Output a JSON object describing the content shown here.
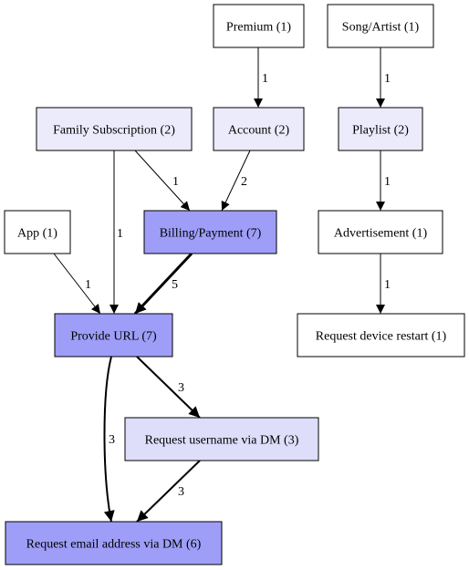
{
  "colors": {
    "level0": "#ffffff",
    "level1": "#ebebfc",
    "level2": "#dedefa",
    "level3": "#9e9ef9",
    "stroke": "#000000"
  },
  "nodes": [
    {
      "id": "premium",
      "label": "Premium (1)",
      "count": 1
    },
    {
      "id": "song_artist",
      "label": "Song/Artist (1)",
      "count": 1
    },
    {
      "id": "family",
      "label": "Family Subscription (2)",
      "count": 2
    },
    {
      "id": "account",
      "label": "Account (2)",
      "count": 2
    },
    {
      "id": "playlist",
      "label": "Playlist (2)",
      "count": 2
    },
    {
      "id": "app",
      "label": "App (1)",
      "count": 1
    },
    {
      "id": "billing",
      "label": "Billing/Payment (7)",
      "count": 7
    },
    {
      "id": "advertisement",
      "label": "Advertisement (1)",
      "count": 1
    },
    {
      "id": "provide_url",
      "label": "Provide URL (7)",
      "count": 7
    },
    {
      "id": "restart",
      "label": "Request device restart (1)",
      "count": 1
    },
    {
      "id": "username",
      "label": "Request username via DM (3)",
      "count": 3
    },
    {
      "id": "email",
      "label": "Request email address via DM (6)",
      "count": 6
    }
  ],
  "edges": [
    {
      "id": "premium-account",
      "from": "premium",
      "to": "account",
      "label": "1",
      "weight": 1
    },
    {
      "id": "song-playlist",
      "from": "song_artist",
      "to": "playlist",
      "label": "1",
      "weight": 1
    },
    {
      "id": "family-billing",
      "from": "family",
      "to": "billing",
      "label": "1",
      "weight": 1
    },
    {
      "id": "account-billing",
      "from": "account",
      "to": "billing",
      "label": "2",
      "weight": 2
    },
    {
      "id": "family-url",
      "from": "family",
      "to": "provide_url",
      "label": "1",
      "weight": 1
    },
    {
      "id": "playlist-ad",
      "from": "playlist",
      "to": "advertisement",
      "label": "1",
      "weight": 1
    },
    {
      "id": "app-url",
      "from": "app",
      "to": "provide_url",
      "label": "1",
      "weight": 1
    },
    {
      "id": "billing-url",
      "from": "billing",
      "to": "provide_url",
      "label": "5",
      "weight": 5
    },
    {
      "id": "ad-restart",
      "from": "advertisement",
      "to": "restart",
      "label": "1",
      "weight": 1
    },
    {
      "id": "url-username",
      "from": "provide_url",
      "to": "username",
      "label": "3",
      "weight": 3
    },
    {
      "id": "url-email",
      "from": "provide_url",
      "to": "email",
      "label": "3",
      "weight": 3
    },
    {
      "id": "username-email",
      "from": "username",
      "to": "email",
      "label": "3",
      "weight": 3
    }
  ]
}
